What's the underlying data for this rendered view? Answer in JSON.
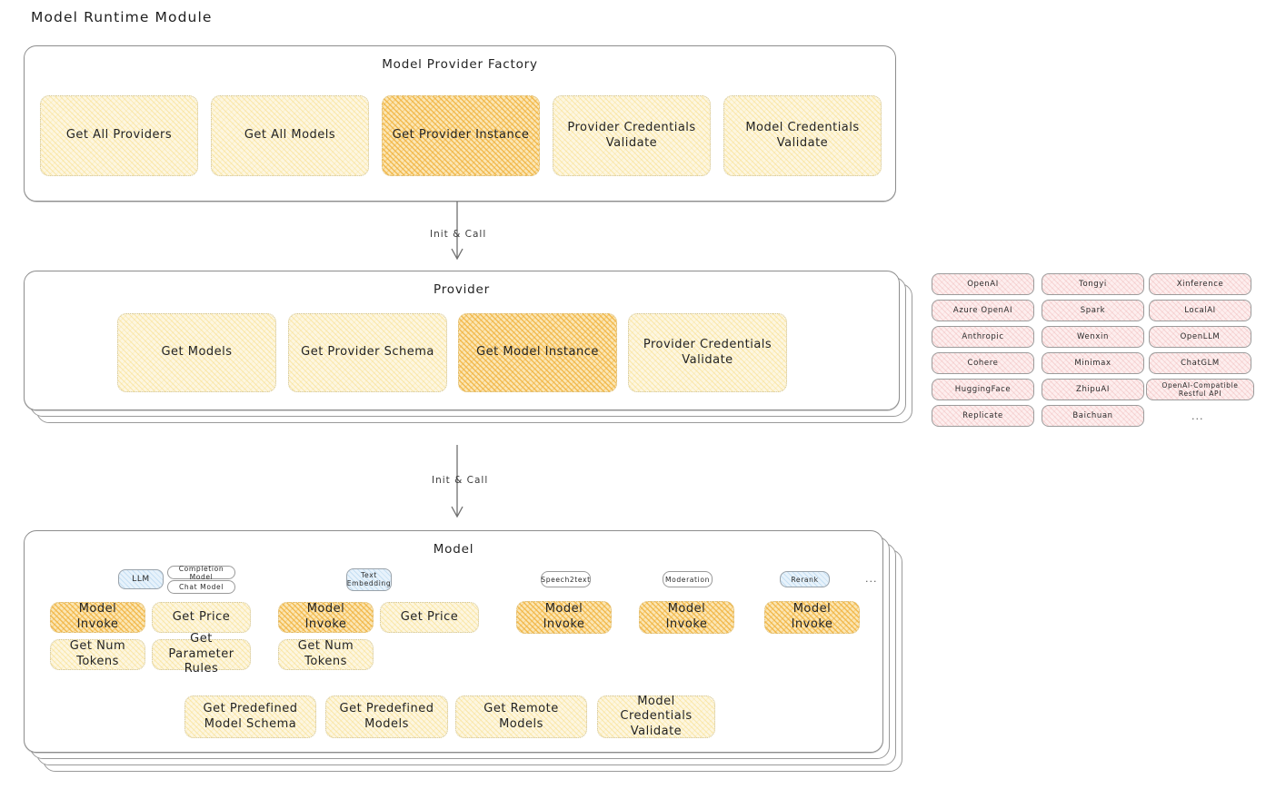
{
  "page": {
    "title": "Model Runtime Module"
  },
  "arrows": [
    {
      "label": "Init & Call"
    },
    {
      "label": "Init & Call"
    }
  ],
  "factory": {
    "title": "Model Provider Factory",
    "boxes": [
      {
        "label": "Get All Providers",
        "highlight": false
      },
      {
        "label": "Get All Models",
        "highlight": false
      },
      {
        "label": "Get Provider Instance",
        "highlight": true
      },
      {
        "label": "Provider Credentials Validate",
        "highlight": false
      },
      {
        "label": "Model Credentials Validate",
        "highlight": false
      }
    ]
  },
  "provider": {
    "title": "Provider",
    "boxes": [
      {
        "label": "Get Models",
        "highlight": false
      },
      {
        "label": "Get Provider Schema",
        "highlight": false
      },
      {
        "label": "Get Model Instance",
        "highlight": true
      },
      {
        "label": "Provider Credentials Validate",
        "highlight": false
      }
    ]
  },
  "provider_list": {
    "columns": [
      [
        "OpenAI",
        "Azure OpenAI",
        "Anthropic",
        "Cohere",
        "HuggingFace",
        "Replicate"
      ],
      [
        "Tongyi",
        "Spark",
        "Wenxin",
        "Minimax",
        "ZhipuAI",
        "Baichuan"
      ],
      [
        "Xinference",
        "LocalAI",
        "OpenLLM",
        "ChatGLM",
        "OpenAI-Compatible Restful API"
      ]
    ],
    "more": "..."
  },
  "model": {
    "title": "Model",
    "more": "...",
    "types": [
      {
        "name": "LLM",
        "style": "blue",
        "sub": [
          "Completion Model",
          "Chat Model"
        ],
        "ops": [
          {
            "label": "Model Invoke",
            "highlight": true
          },
          {
            "label": "Get Price",
            "highlight": false
          },
          {
            "label": "Get Num Tokens",
            "highlight": false
          },
          {
            "label": "Get Parameter Rules",
            "highlight": false
          }
        ]
      },
      {
        "name": "Text Embedding",
        "style": "blue",
        "sub": [],
        "ops": [
          {
            "label": "Model Invoke",
            "highlight": true
          },
          {
            "label": "Get Price",
            "highlight": false
          },
          {
            "label": "Get Num Tokens",
            "highlight": false
          }
        ]
      },
      {
        "name": "Speech2text",
        "style": "white",
        "sub": [],
        "ops": [
          {
            "label": "Model Invoke",
            "highlight": true
          }
        ]
      },
      {
        "name": "Moderation",
        "style": "white",
        "sub": [],
        "ops": [
          {
            "label": "Model Invoke",
            "highlight": true
          }
        ]
      },
      {
        "name": "Rerank",
        "style": "blue",
        "sub": [],
        "ops": [
          {
            "label": "Model Invoke",
            "highlight": true
          }
        ]
      }
    ],
    "common_ops": [
      "Get Predefined Model Schema",
      "Get Predefined Models",
      "Get Remote Models",
      "Model Credentials Validate"
    ]
  }
}
